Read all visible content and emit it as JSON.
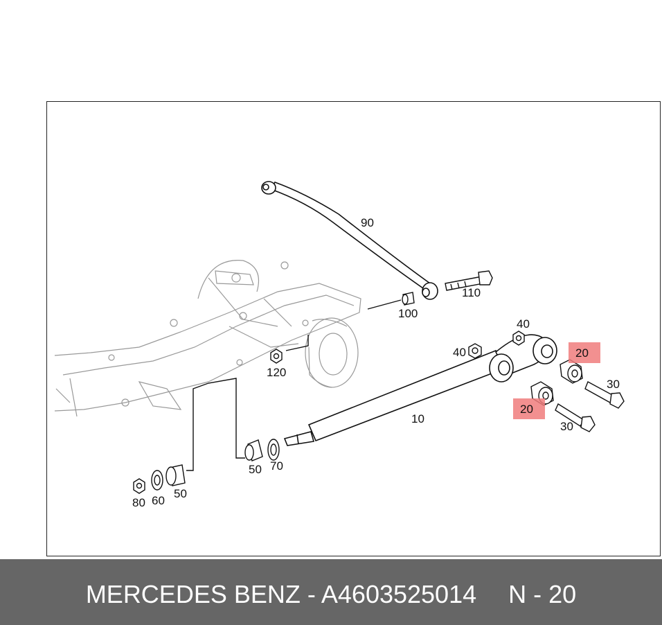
{
  "diagram": {
    "callouts": {
      "c90": "90",
      "c110": "110",
      "c100": "100",
      "c40a": "40",
      "c40b": "40",
      "c20a": "20",
      "c20b": "20",
      "c30a": "30",
      "c30b": "30",
      "c120": "120",
      "c10": "10",
      "c50a": "50",
      "c70": "70",
      "c80": "80",
      "c60": "60",
      "c50b": "50"
    },
    "highlight_color": "#f07c7c"
  },
  "footer": {
    "brand": "MERCEDES BENZ",
    "separator": "-",
    "part_number": "A4603525014",
    "position": "N - 20"
  }
}
